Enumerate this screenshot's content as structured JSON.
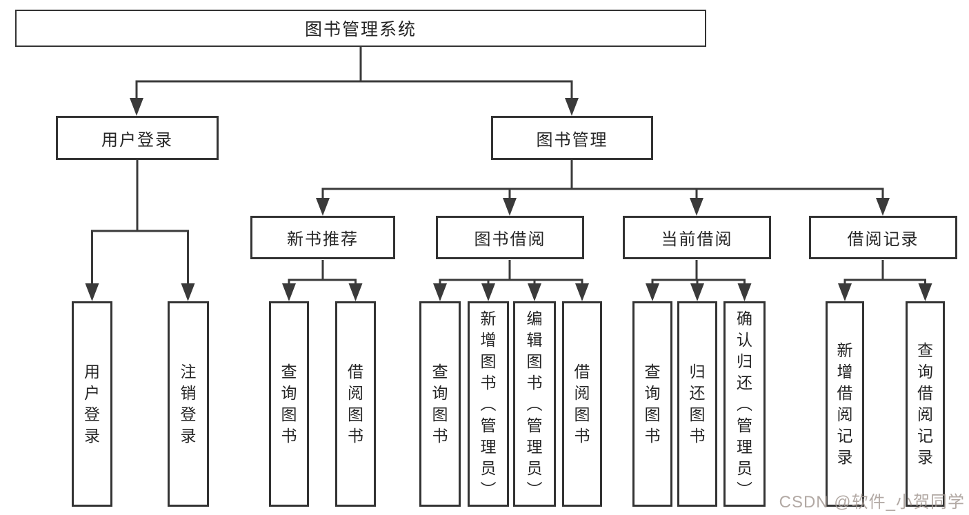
{
  "diagram": {
    "title": "图书管理系统",
    "nodes": {
      "root": "图书管理系统",
      "user_login": "用户登录",
      "book_management": "图书管理",
      "new_book_recommend": "新书推荐",
      "book_borrowing": "图书借阅",
      "current_borrowing": "当前借阅",
      "borrowing_records": "借阅记录",
      "ul_user_login": "用户登录",
      "ul_logout": "注销登录",
      "nb_query_books": "查询图书",
      "nb_borrow_books": "借阅图书",
      "bb_query_books": "查询图书",
      "bb_add_books": "新增图书（管理员）",
      "bb_edit_books": "编辑图书（管理员）",
      "bb_borrow_books": "借阅图书",
      "cb_query_books": "查询图书",
      "cb_return_books": "归还图书",
      "cb_confirm_return": "确认归还（管理员）",
      "br_add_record": "新增借阅记录",
      "br_query_record": "查询借阅记录"
    },
    "edges": [
      {
        "from": "图书管理系统",
        "to": [
          "用户登录",
          "图书管理"
        ]
      },
      {
        "from": "用户登录",
        "to": [
          "用户登录",
          "注销登录"
        ]
      },
      {
        "from": "图书管理",
        "to": [
          "新书推荐",
          "图书借阅",
          "当前借阅",
          "借阅记录"
        ]
      },
      {
        "from": "新书推荐",
        "to": [
          "查询图书",
          "借阅图书"
        ]
      },
      {
        "from": "图书借阅",
        "to": [
          "查询图书",
          "新增图书（管理员）",
          "编辑图书（管理员）",
          "借阅图书"
        ]
      },
      {
        "from": "当前借阅",
        "to": [
          "查询图书",
          "归还图书",
          "确认归还（管理员）"
        ]
      },
      {
        "from": "借阅记录",
        "to": [
          "新增借阅记录",
          "查询借阅记录"
        ]
      }
    ],
    "colors": {
      "line": "#3a3a3a",
      "box_border": "#333333",
      "text": "#262626",
      "watermark": "#a49a94",
      "background": "#ffffff"
    }
  },
  "watermark": "CSDN @软件_小贺同学"
}
